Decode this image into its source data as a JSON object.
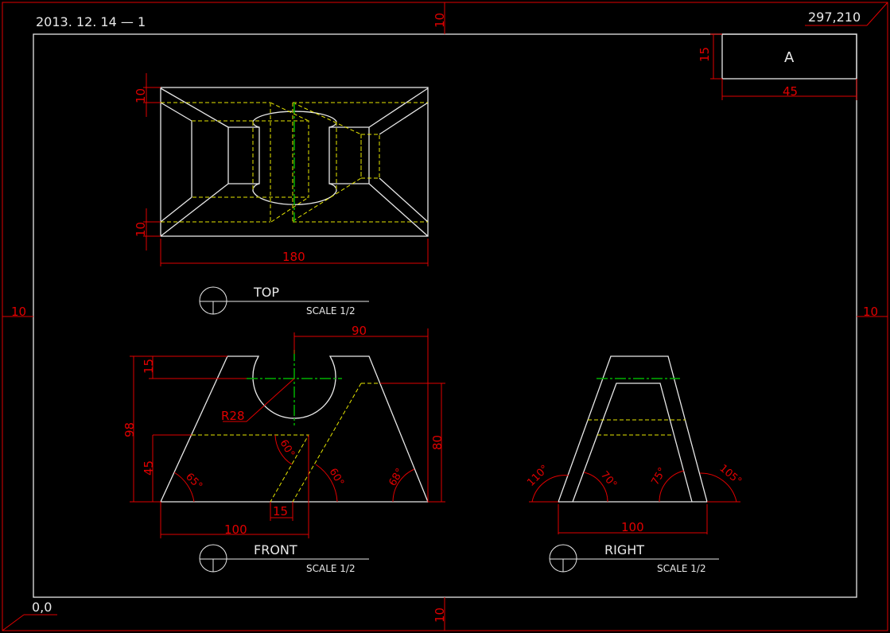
{
  "sheet": {
    "date_label": "2013. 12. 14 — 1",
    "size_label": "297,210",
    "origin_label": "0,0",
    "margin_top": "10",
    "margin_left": "10",
    "margin_right": "10",
    "margin_bottom": "10"
  },
  "title_block": {
    "letter": "A",
    "height_dim": "15",
    "width_dim": "45"
  },
  "top_view": {
    "title": "TOP",
    "scale": "SCALE 1/2",
    "dims": {
      "band_top": "10",
      "band_bottom": "10",
      "width": "180"
    }
  },
  "front_view": {
    "title": "FRONT",
    "scale": "SCALE 1/2",
    "dims": {
      "d90": "90",
      "d15_top": "15",
      "d98": "98",
      "d45": "45",
      "radius": "R28",
      "d80": "80",
      "d15_bottom": "15",
      "d100": "100",
      "a65": "65°",
      "a60_inner": "60°",
      "a60": "60°",
      "a68": "68°"
    }
  },
  "right_view": {
    "title": "RIGHT",
    "scale": "SCALE 1/2",
    "dims": {
      "d100": "100",
      "a110": "110°",
      "a70": "70°",
      "a75": "75°",
      "a105": "105°"
    }
  },
  "colors": {
    "background": "#000000",
    "outline": "#e8e8e8",
    "dimension": "#e00000",
    "hidden": "#e6e600",
    "center": "#00b000"
  }
}
